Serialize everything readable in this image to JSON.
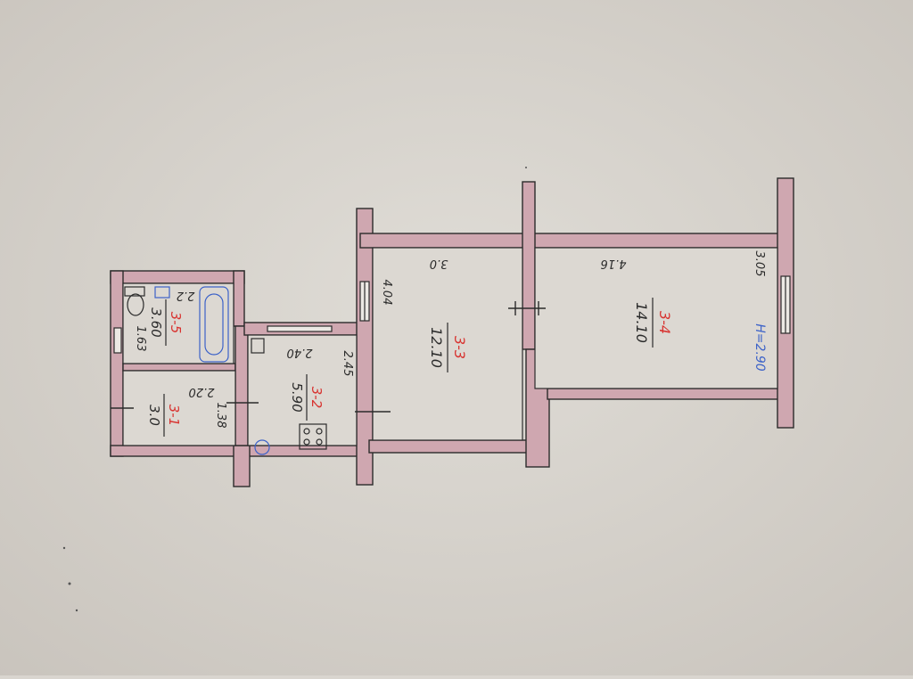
{
  "colors": {
    "paper": "#d9d5cf",
    "wall_fill": "#cfa7b0",
    "line": "#2b2b2b",
    "room_number": "#d8322f",
    "height_note": "#3c62c8"
  },
  "rooms": [
    {
      "id": "room-1",
      "number": "3-1",
      "area": "3.0"
    },
    {
      "id": "room-2",
      "number": "3-2",
      "area": "5.90"
    },
    {
      "id": "room-3",
      "number": "3-3",
      "area": "12.10"
    },
    {
      "id": "room-4",
      "number": "3-4",
      "area": "14.10"
    },
    {
      "id": "room-5",
      "number": "3-5",
      "area": "3.60"
    }
  ],
  "dimensions": {
    "room1_width": "2.20",
    "room1_height": "1.38",
    "room5_width": "2.2",
    "room5_height": "1.63",
    "room2_width": "2.40",
    "room2_height": "2.45",
    "room3_width": "3.0",
    "room3_height": "4.04",
    "room4_width": "4.16",
    "room4_height": "3.05"
  },
  "ceiling_height": "H=2.90"
}
